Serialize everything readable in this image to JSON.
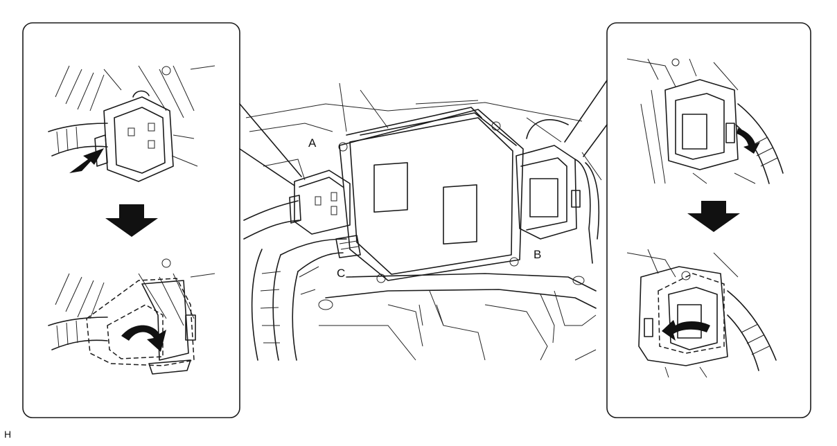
{
  "labels": {
    "a": "A",
    "b": "B",
    "c": "C",
    "corner": "H"
  }
}
